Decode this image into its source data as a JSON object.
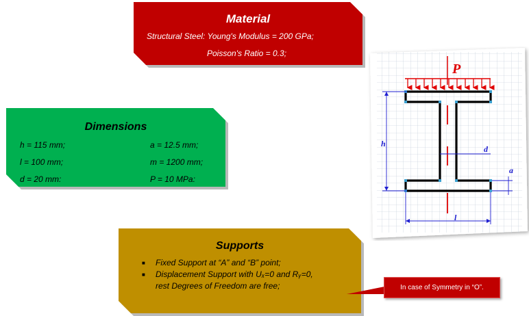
{
  "material": {
    "title": "Material",
    "line1": "Structural Steel:  Young's Modulus = 200 GPa;",
    "line2": "Poisson's Ratio     = 0.3;"
  },
  "dimensions": {
    "title": "Dimensions",
    "h": "h = 115 mm;",
    "l": "l = 100 mm;",
    "d": "d = 20 mm:",
    "a": "a = 12.5 mm;",
    "m": "m = 1200 mm;",
    "P": "P = 10 MPa:"
  },
  "supports": {
    "title": "Supports",
    "item1": "Fixed Support at “A” and “B” point;",
    "item2": "Displacement Support with Uₓ=0 and Rᵧ=0,",
    "item2_cont": "rest Degrees of Freedom are free;"
  },
  "callout": {
    "text": "In case of Symmetry in “O”."
  },
  "figure": {
    "load_label": "P",
    "h_label": "h",
    "d_label": "d",
    "a_label": "a",
    "l_label": "l",
    "colors": {
      "grid": "#b9c6d6",
      "beam": "#000000",
      "load": "#e00000",
      "dimension": "#1f1fd0"
    }
  }
}
